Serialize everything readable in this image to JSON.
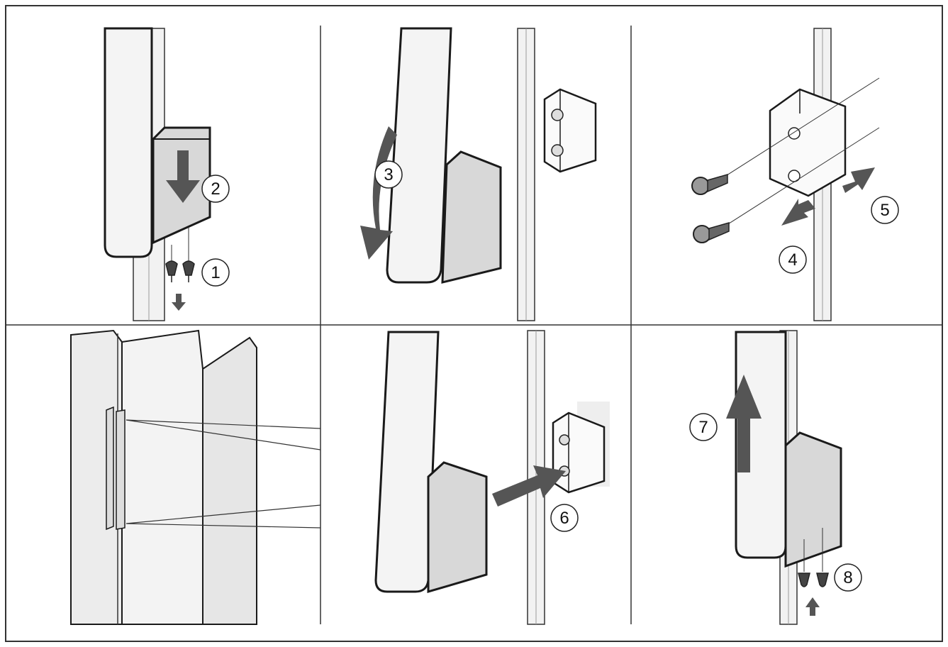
{
  "title": "",
  "colors": {
    "outline": "#1a1a1a",
    "arrow": "#555555",
    "panel_border": "#333333",
    "door_fill": "#ececec",
    "handle_shade": "#d0d0d0",
    "background": "#ffffff"
  },
  "steps": [
    {
      "number": "1",
      "action": "remove-screws-down",
      "icon": "screw-icon"
    },
    {
      "number": "2",
      "action": "push-down-cap",
      "icon": "arrow-down-icon"
    },
    {
      "number": "3",
      "action": "swing-handle-down",
      "icon": "curved-arrow-icon"
    },
    {
      "number": "4",
      "action": "pull-bracket-off",
      "icon": "arrow-left-icon"
    },
    {
      "number": "5",
      "action": "slide-bracket-right",
      "icon": "arrow-right-icon"
    },
    {
      "number": "6",
      "action": "push-handle-onto-bracket",
      "icon": "arrow-right-icon"
    },
    {
      "number": "7",
      "action": "slide-handle-up",
      "icon": "arrow-up-icon"
    },
    {
      "number": "8",
      "action": "insert-screws-up",
      "icon": "screw-icon"
    }
  ]
}
